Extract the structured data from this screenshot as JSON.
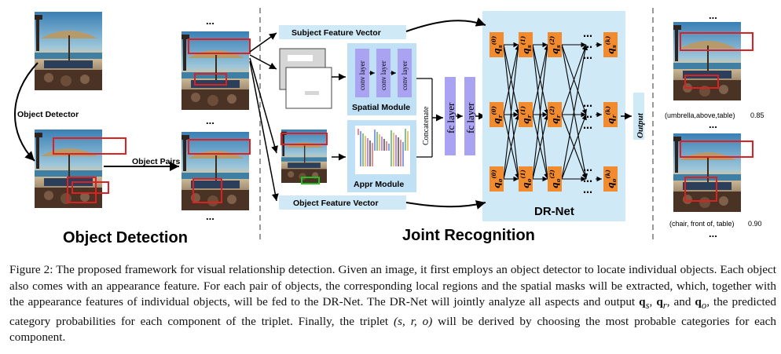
{
  "sections": {
    "object_detection": "Object Detection",
    "joint_recognition": "Joint Recognition",
    "drnet": "DR-Net"
  },
  "labels": {
    "object_detector": "Object Detector",
    "object_pairs": "Object Pairs",
    "subject_feature_vector": "Subject Feature Vector",
    "object_feature_vector": "Object Feature Vector",
    "spatial_module": "Spatial Module",
    "appr_module": "Appr Module",
    "conv_layer": "conv layer",
    "concatenate": "Concatenate",
    "fc_layer": "fc layer",
    "output": "Output",
    "ellipsis": "...",
    "ellipsis_dot": "…"
  },
  "node_labels": {
    "s": [
      "q",
      "q",
      "q",
      "q"
    ],
    "superscripts": [
      "(0)",
      "(1)",
      "(2)",
      "(k)"
    ]
  },
  "results": [
    {
      "triplet": "(umbrella,above,table)",
      "score": "0.85"
    },
    {
      "triplet": "(chair, front of, table)",
      "score": "0.90"
    }
  ],
  "caption": {
    "prefix": "Figure 2:",
    "text": " The proposed framework for visual relationship detection. Given an image, it first employs an object detector to locate individual objects. Each object also comes with an appearance feature. For each pair of objects, the corresponding local regions and the spatial masks will be extracted, which, together with the appearance features of individual objects, will be fed to the DR-Net. The DR-Net will jointly analyze all aspects and output ",
    "qs": "q",
    "qs_sub": "s",
    "qr": "q",
    "qr_sub": "r",
    "and": ", and ",
    "qo": "q",
    "qo_sub": "o",
    "text2": ", the predicted category probabilities for each component of the triplet. Finally, the triplet ",
    "triplet": "(s, r, o)",
    "text3": " will be derived by choosing the most probable categories for each component."
  },
  "colors": {
    "light_blue": "#cfe9f7",
    "module_blue": "#bfe0f5",
    "conv_purple": "#a9a3f2",
    "node_orange": "#f28a2e",
    "red_box": "#e02020",
    "divider": "#999999"
  }
}
